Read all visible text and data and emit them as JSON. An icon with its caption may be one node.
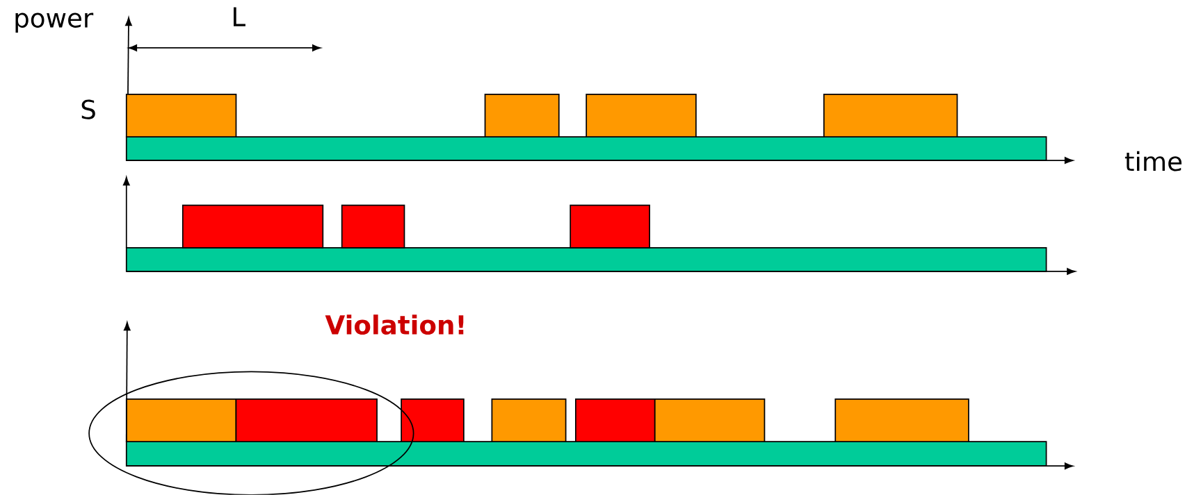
{
  "diagram": {
    "labels": [
      "power",
      "L",
      "S",
      "time",
      "Violation!"
    ]
  }
}
